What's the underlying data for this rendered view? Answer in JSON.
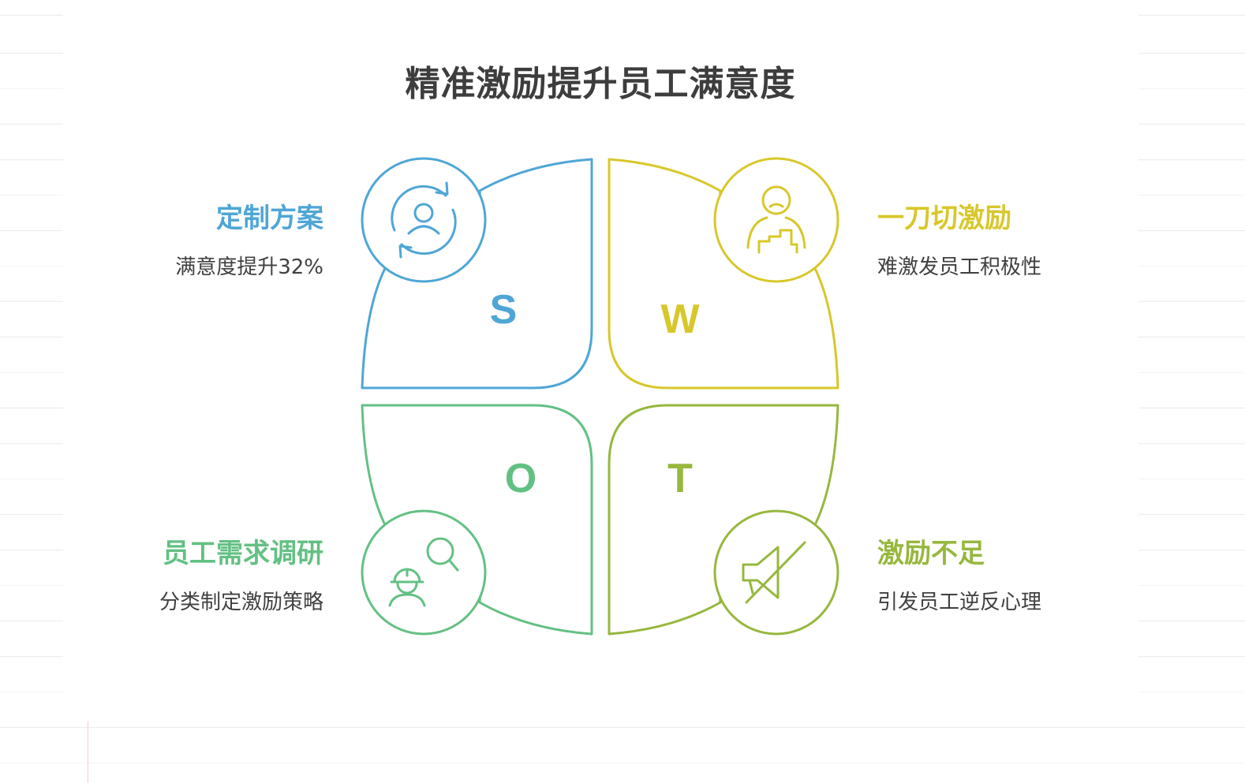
{
  "title": "精准激励提升员工满意度",
  "colors": {
    "strengths": "#4fa6d6",
    "weaknesses": "#d8c72b",
    "opportunities": "#63c083",
    "threats": "#97b73e",
    "title_text": "#3d3d3d",
    "body_text": "#404040"
  },
  "quadrants": {
    "s": {
      "letter": "S",
      "icon": "user-refresh-icon",
      "heading": "定制方案",
      "description": "满意度提升32%"
    },
    "w": {
      "letter": "W",
      "icon": "sad-person-podium-icon",
      "heading": "一刀切激励",
      "description": "难激发员工积极性"
    },
    "o": {
      "letter": "O",
      "icon": "worker-search-icon",
      "heading": "员工需求调研",
      "description": "分类制定激励策略"
    },
    "t": {
      "letter": "T",
      "icon": "muted-megaphone-icon",
      "heading": "激励不足",
      "description": "引发员工逆反心理"
    }
  }
}
